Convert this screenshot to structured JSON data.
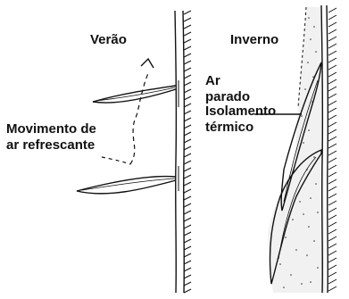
{
  "labels": {
    "summer": "Verão",
    "winter": "Inverno",
    "cooling_air_line1": "Movimento de",
    "cooling_air_line2": "ar refrescante",
    "still_air_line1": "Ar",
    "still_air_line2": "parado",
    "insulation_line1": "Isolamento",
    "insulation_line2": "térmico"
  },
  "colors": {
    "ink": "#111111",
    "background": "#ffffff"
  }
}
